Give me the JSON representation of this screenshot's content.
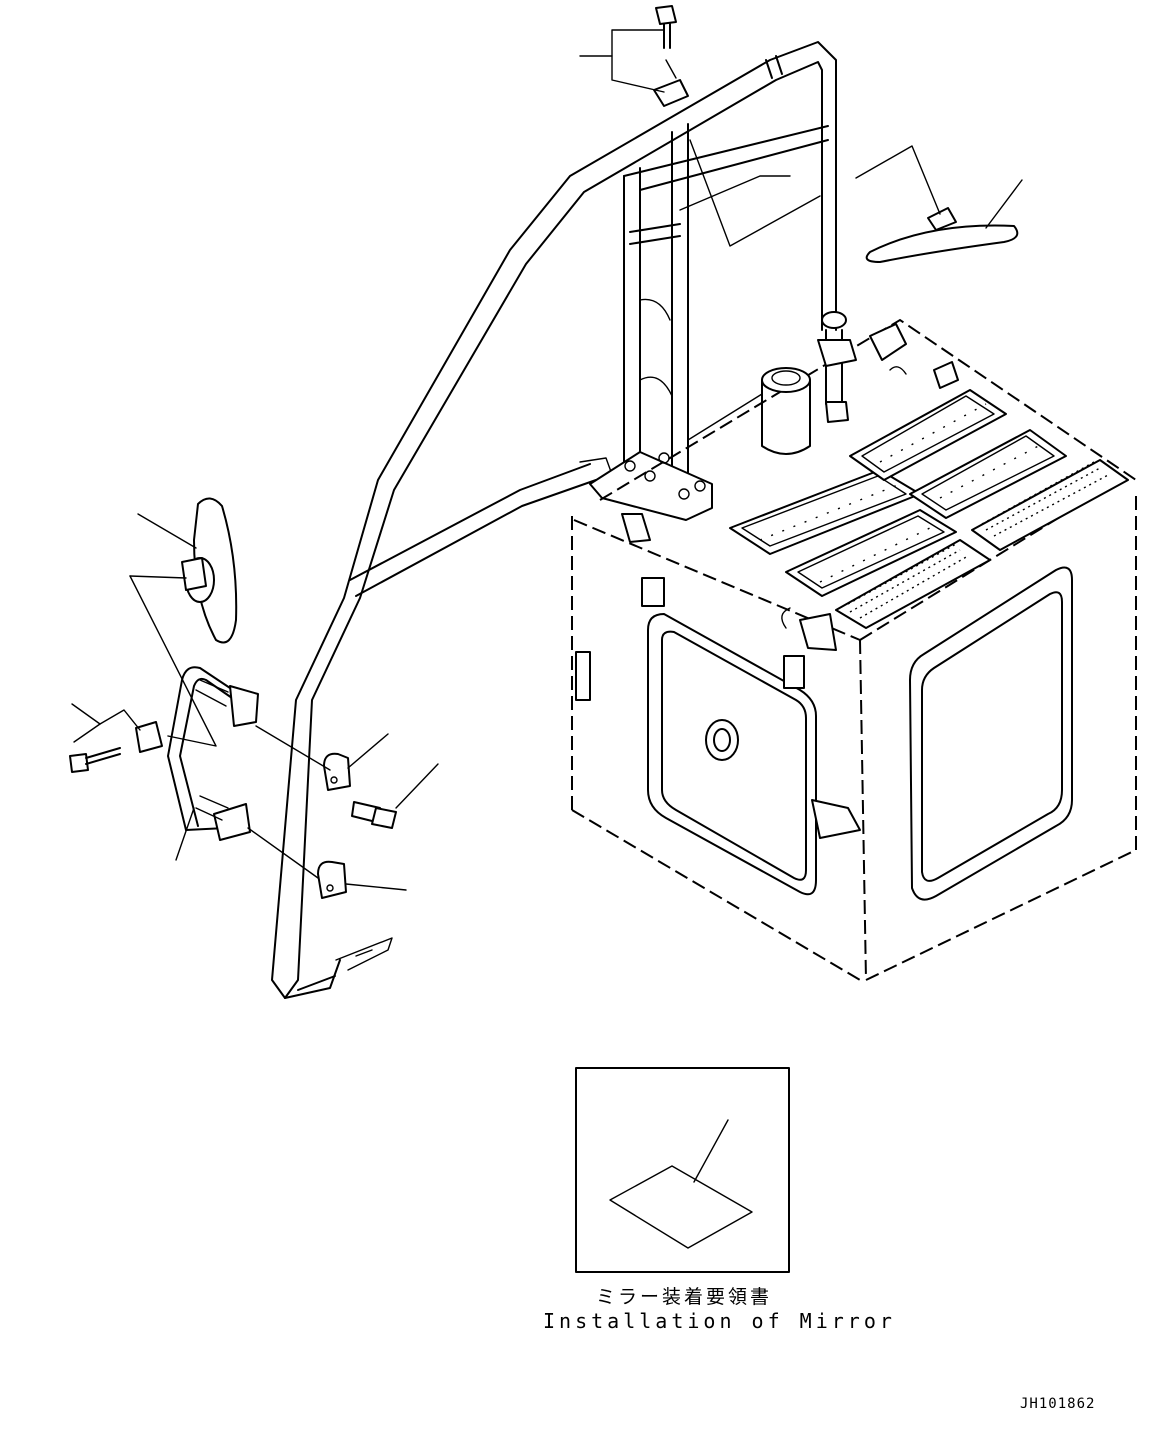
{
  "diagram": {
    "caption_jp": "ミラー装着要領書",
    "caption_en": "Installation of Mirror",
    "drawing_id": "JH101862"
  }
}
